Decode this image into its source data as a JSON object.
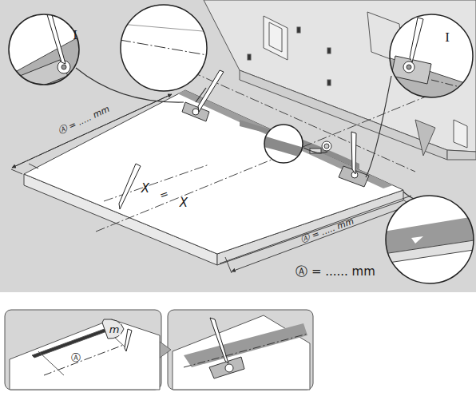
{
  "diagram": {
    "labels": [
      "Ⓐ = ..... mm",
      "Ⓐ = ..... mm",
      "Ⓐ = ...... mm",
      "I",
      "I",
      "X",
      "=",
      "X",
      "m",
      "Ⓐ"
    ]
  }
}
